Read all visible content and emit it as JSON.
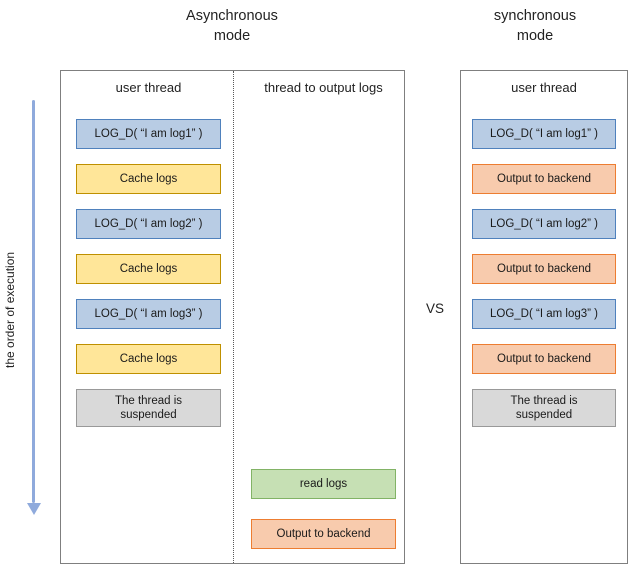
{
  "palette": {
    "blue_fill": "#b8cce4",
    "blue_border": "#4f81bd",
    "yellow_fill": "#ffe699",
    "yellow_border": "#bf9000",
    "orange_fill": "#f8cbad",
    "orange_border": "#ed7d31",
    "green_fill": "#c6e0b4",
    "green_border": "#82b366",
    "gray_fill": "#d9d9d9",
    "gray_border": "#999999",
    "panel_border": "#7f7f7f",
    "arrow": "#8faadc"
  },
  "header": {
    "async_title": "Asynchronous\nmode",
    "sync_title": "synchronous\nmode",
    "vs_label": "VS"
  },
  "order_axis_label": "the order of execution",
  "async_panel": {
    "user_thread": {
      "header": "user thread",
      "boxes": [
        {
          "label": "LOG_D( “I am log1” )",
          "type": "blue"
        },
        {
          "label": "Cache logs",
          "type": "yellow"
        },
        {
          "label": "LOG_D( “I am log2” )",
          "type": "blue"
        },
        {
          "label": "Cache logs",
          "type": "yellow"
        },
        {
          "label": "LOG_D( “I am log3” )",
          "type": "blue"
        },
        {
          "label": "Cache logs",
          "type": "yellow"
        },
        {
          "label": "The thread is\nsuspended",
          "type": "gray"
        }
      ]
    },
    "output_thread": {
      "header": "thread to output logs",
      "boxes": [
        {
          "label": "read logs",
          "type": "green"
        },
        {
          "label": "Output to backend",
          "type": "orange"
        }
      ]
    }
  },
  "sync_panel": {
    "user_thread": {
      "header": "user thread",
      "boxes": [
        {
          "label": "LOG_D( “I am log1” )",
          "type": "blue"
        },
        {
          "label": "Output to backend",
          "type": "orange"
        },
        {
          "label": "LOG_D( “I am log2” )",
          "type": "blue"
        },
        {
          "label": "Output to backend",
          "type": "orange"
        },
        {
          "label": "LOG_D( “I am log3” )",
          "type": "blue"
        },
        {
          "label": "Output to backend",
          "type": "orange"
        },
        {
          "label": "The thread is\nsuspended",
          "type": "gray"
        }
      ]
    }
  }
}
